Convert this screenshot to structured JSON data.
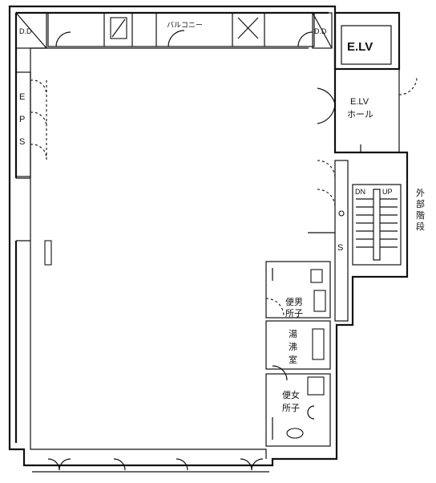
{
  "labels": {
    "dd_left": "D.D",
    "dd_right": "D.D",
    "balcony": "バルコニー",
    "eps_e": "E",
    "eps_p": "P",
    "eps_s": "S",
    "elv": "E.LV",
    "elv_hall_1": "E.LV",
    "elv_hall_2": "ホール",
    "stair_dn": "DN",
    "stair_up": "UP",
    "ext_stair_1": "外",
    "ext_stair_2": "部",
    "ext_stair_3": "階",
    "ext_stair_4": "段",
    "shaft_s": "S",
    "mens_wc_1": "便男",
    "mens_wc_2": "所子",
    "kitchen_1": "湯",
    "kitchen_2": "沸",
    "kitchen_3": "室",
    "womens_wc_1": "便女",
    "womens_wc_2": "所子"
  }
}
